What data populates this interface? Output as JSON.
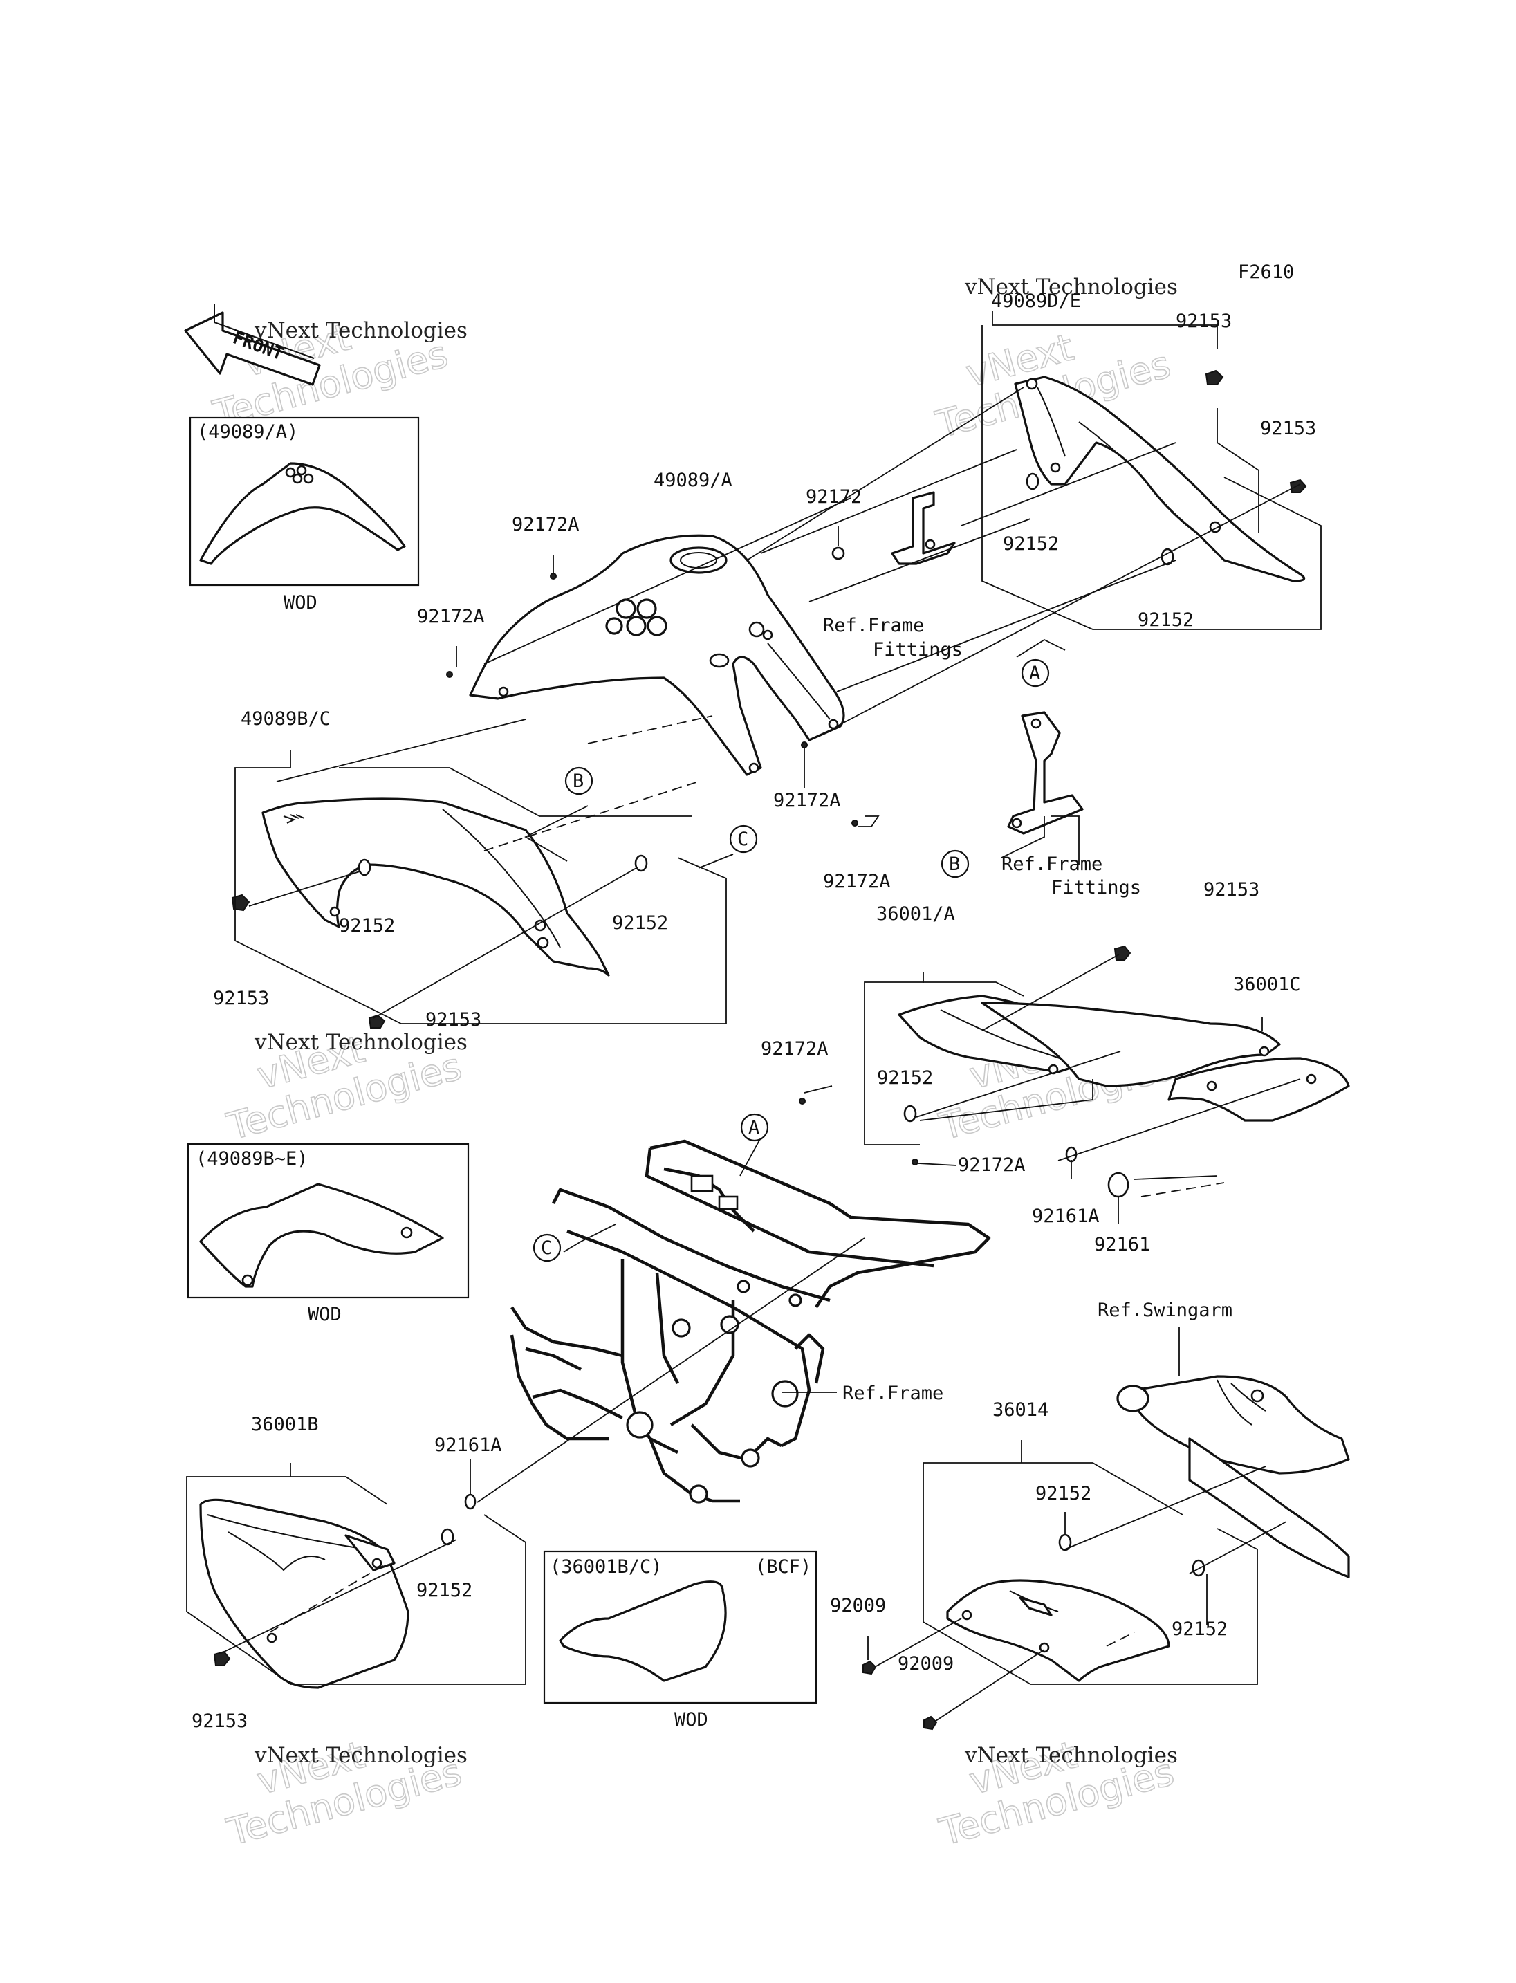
{
  "figure_code": "F2610",
  "front_arrow_label": "FRONT",
  "watermark": {
    "line1": "vNext",
    "line2": "Technologies",
    "caption": "vNext Technologies"
  },
  "inset_boxes": {
    "top_left": {
      "title": "(49089/A)",
      "caption": "WOD"
    },
    "middle_left": {
      "title": "(49089B~E)",
      "caption": "WOD"
    },
    "bottom": {
      "title": "(36001B/C)",
      "tag": "(BCF)",
      "caption": "WOD"
    }
  },
  "callouts": {
    "a_label": "A",
    "b_label": "B",
    "c_label": "C"
  },
  "labels": {
    "p49089DE": "49089D/E",
    "p49089A": "49089/A",
    "p49089BC": "49089B/C",
    "p36001A": "36001/A",
    "p36001C": "36001C",
    "p36001B": "36001B",
    "p36014": "36014",
    "p92172": "92172",
    "p92172A_1": "92172A",
    "p92172A_2": "92172A",
    "p92172A_3": "92172A",
    "p92172A_4": "92172A",
    "p92172A_5": "92172A",
    "p92172A_6": "92172A",
    "p92153_1": "92153",
    "p92153_2": "92153",
    "p92153_3": "92153",
    "p92153_4": "92153",
    "p92153_5": "92153",
    "p92153_6": "92153",
    "p92152_1": "92152",
    "p92152_2": "92152",
    "p92152_3": "92152",
    "p92152_4": "92152",
    "p92152_5": "92152",
    "p92152_6": "92152",
    "p92152_7": "92152",
    "p92152_8": "92152",
    "p92161A_1": "92161A",
    "p92161A_2": "92161A",
    "p92161": "92161",
    "p92009_1": "92009",
    "p92009_2": "92009",
    "ref_frame_fittings_1a": "Ref.Frame",
    "ref_frame_fittings_1b": "Fittings",
    "ref_frame_fittings_2a": "Ref.Frame",
    "ref_frame_fittings_2b": "Fittings",
    "ref_frame": "Ref.Frame",
    "ref_swingarm": "Ref.Swingarm"
  }
}
